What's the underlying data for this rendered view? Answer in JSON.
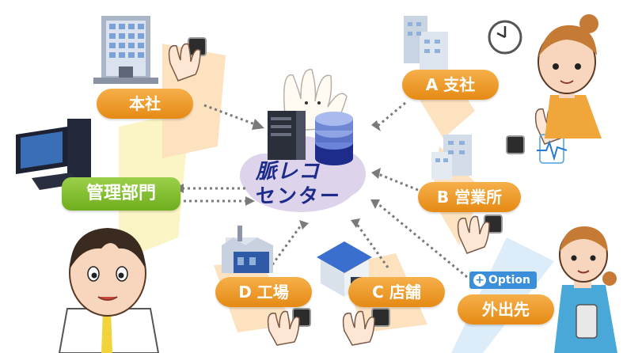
{
  "center": {
    "line1": "脈レコ",
    "line2": "センター"
  },
  "nodes": {
    "honsha": "本社",
    "kanri": "管理部門",
    "a_shisha": "A 支社",
    "b_eigyosho": "B 営業所",
    "d_kojo": "D 工場",
    "c_tenpo": "C 店舗",
    "gaishutsu": "外出先"
  },
  "option_badge": "Option",
  "colors": {
    "orange": "#e58a14",
    "green": "#6fae1d",
    "navy": "#1d2c8a",
    "blue": "#3a8fd8"
  }
}
